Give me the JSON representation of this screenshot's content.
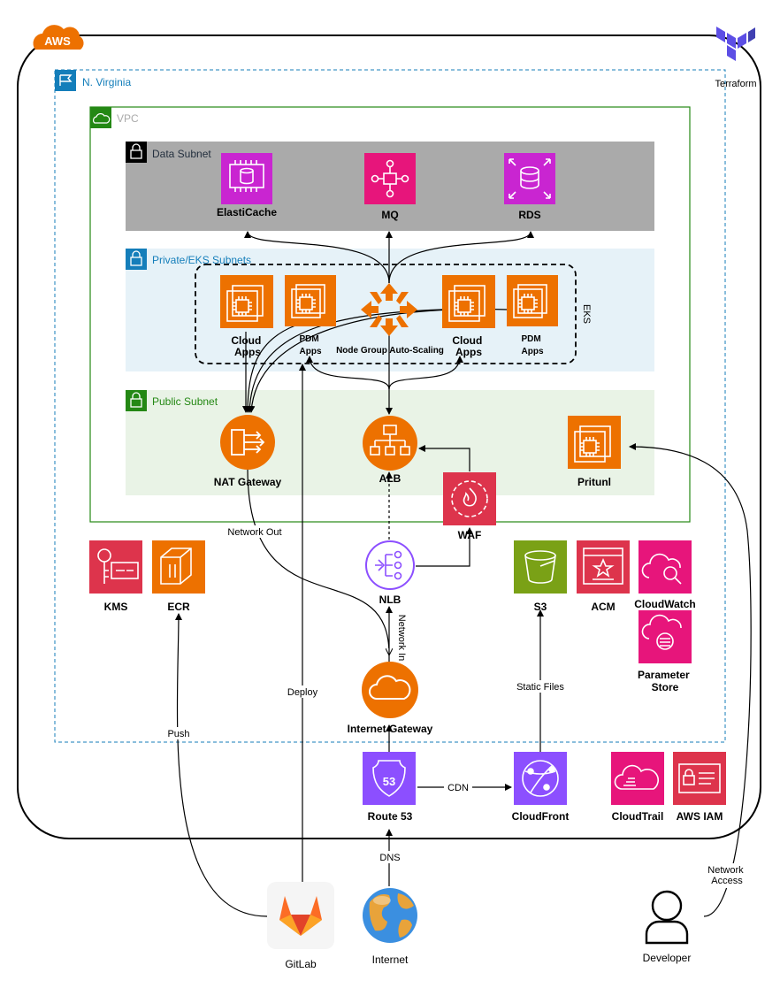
{
  "cloud": {
    "aws_badge": "AWS",
    "terraform": "Terraform"
  },
  "region": {
    "label": "N. Virginia"
  },
  "vpc": {
    "label": "VPC"
  },
  "subnets": {
    "data": "Data Subnet",
    "private": "Private/EKS Subnets",
    "public": "Public Subnet"
  },
  "eks_label": "EKS",
  "nodes": {
    "elasticache": "ElastiCache",
    "mq": "MQ",
    "rds": "RDS",
    "cloud_apps_1": "Cloud\nApps",
    "pdm_apps_1": "PDM\nApps",
    "node_group": "Node Group Auto-Scaling",
    "cloud_apps_2": "Cloud\nApps",
    "pdm_apps_2": "PDM\nApps",
    "nat_gateway": "NAT Gateway",
    "alb": "ALB",
    "pritunl": "Pritunl",
    "waf": "WAF",
    "kms": "KMS",
    "ecr": "ECR",
    "nlb": "NLB",
    "s3": "S3",
    "acm": "ACM",
    "cloudwatch": "CloudWatch",
    "parameter_store": "Parameter\nStore",
    "internet_gateway": "Internet Gateway",
    "route53": "Route 53",
    "cloudfront": "CloudFront",
    "cloudtrail": "CloudTrail",
    "iam": "AWS IAM",
    "gitlab": "GitLab",
    "internet": "Internet",
    "developer": "Developer"
  },
  "edges": {
    "network_out": "Network Out",
    "network_in": "Network In",
    "deploy": "Deploy",
    "push": "Push",
    "static_files": "Static Files",
    "cdn": "CDN",
    "dns": "DNS",
    "network_access": "Network\nAccess"
  },
  "colors": {
    "compute": "#ED7100",
    "database": "#C925D1",
    "integration": "#E7157B",
    "network": "#8C4FFF",
    "security": "#DD344C",
    "storage": "#7AA116",
    "vpc": "#248814",
    "region": "#147EBA"
  }
}
